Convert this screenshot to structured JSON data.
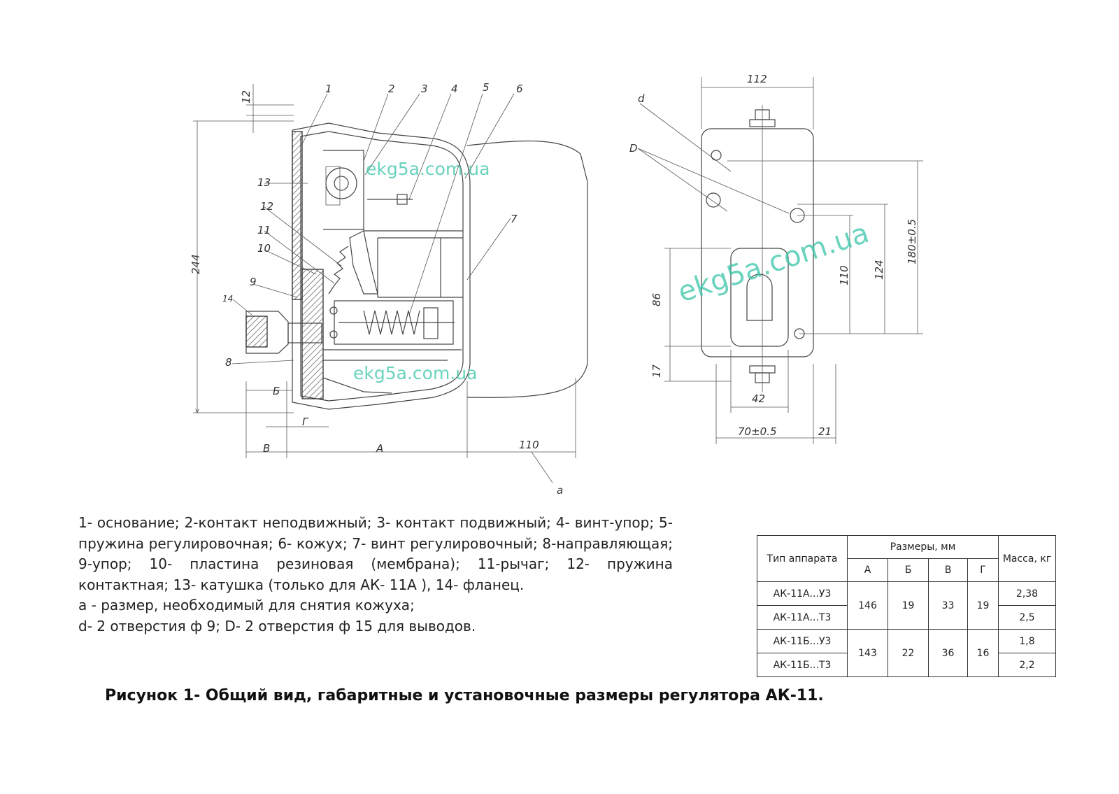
{
  "drawing": {
    "side_view_dimensions": [
      "12",
      "244",
      "Б",
      "Г",
      "В",
      "А",
      "110"
    ],
    "side_view_callouts": [
      "1",
      "2",
      "3",
      "4",
      "5",
      "6",
      "7",
      "8",
      "9",
      "10",
      "11",
      "12",
      "13",
      "14",
      "a"
    ],
    "front_view_dimensions": [
      "112",
      "d",
      "D",
      "86",
      "17",
      "42",
      "70±0.5",
      "21",
      "110",
      "124",
      "180±0.5"
    ]
  },
  "legend": {
    "lines": [
      "1- основание; 2-контакт неподвижный; 3- контакт подвижный; 4- винт-упор;      5- пружина регулировочная; 6- кожух; 7- винт регулировочный; 8-направляющая; 9-упор; 10- пластина резиновая (мембрана); 11-рычаг; 12- пружина контактная;      13- катушка (только для АК- 11А ), 14- фланец.",
      "а - размер, необходимый для снятия кожуха;",
      "d- 2 отверстия ф 9; D- 2 отверстия ф 15 для выводов."
    ]
  },
  "table": {
    "col_type": "Тип аппарата",
    "col_dims": "Размеры, мм",
    "col_mass": "Масса, кг",
    "dim_cols": [
      "А",
      "Б",
      "В",
      "Г"
    ],
    "rows": [
      {
        "type": "АК-11А...У3",
        "A": "146",
        "B": "19",
        "V": "33",
        "G": "19",
        "mass": "2,38"
      },
      {
        "type": "АК-11А...Т3",
        "mass": "2,5"
      },
      {
        "type": "АК-11Б...У3",
        "A": "143",
        "B": "22",
        "V": "36",
        "G": "16",
        "mass": "1,8"
      },
      {
        "type": "АК-11Б...Т3",
        "mass": "2,2"
      }
    ]
  },
  "caption": "Рисунок 1-  Общий вид, габаритные  и установочные размеры регулятора АК-11.",
  "watermark": "ekg5a.com.ua"
}
